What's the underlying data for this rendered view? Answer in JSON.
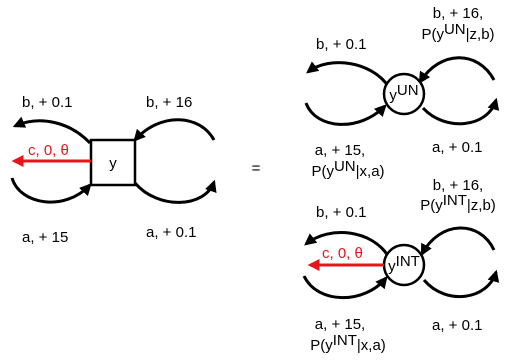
{
  "left": {
    "node_label": "y",
    "top_left_label": "b, + 0.1",
    "top_right_label": "b, + 16",
    "bottom_left_label": "a, + 15",
    "bottom_right_label": "a, + 0.1",
    "arrow_label": "c, 0, θ"
  },
  "equals": "=",
  "top_right": {
    "node_label": "y",
    "node_sup": "UN",
    "left_top_label": "b, + 0.1",
    "right_top_line1": "b, + 16,",
    "right_top_line2_pre": "P(y",
    "right_top_line2_sup": "UN",
    "right_top_line2_post": "|z,b)",
    "left_bottom_line1": "a, + 15,",
    "left_bottom_line2_pre": "P(y",
    "left_bottom_line2_sup": "UN",
    "left_bottom_line2_post": "|x,a)",
    "right_bottom_label": "a, + 0.1"
  },
  "bottom_right": {
    "node_label": "y",
    "node_sup": "INT",
    "left_top_label": "b, + 0.1",
    "right_top_line1": "b, + 16,",
    "right_top_line2_pre": "P(y",
    "right_top_line2_sup": "INT",
    "right_top_line2_post": "|z,b)",
    "left_bottom_line1": "a, + 15,",
    "left_bottom_line2_pre": "P(y",
    "left_bottom_line2_sup": "INT",
    "left_bottom_line2_post": "|x,a)",
    "right_bottom_label": "a, + 0.1",
    "arrow_label": "c, 0, θ"
  },
  "colors": {
    "stroke": "#000000",
    "accent": "#e8141b"
  }
}
